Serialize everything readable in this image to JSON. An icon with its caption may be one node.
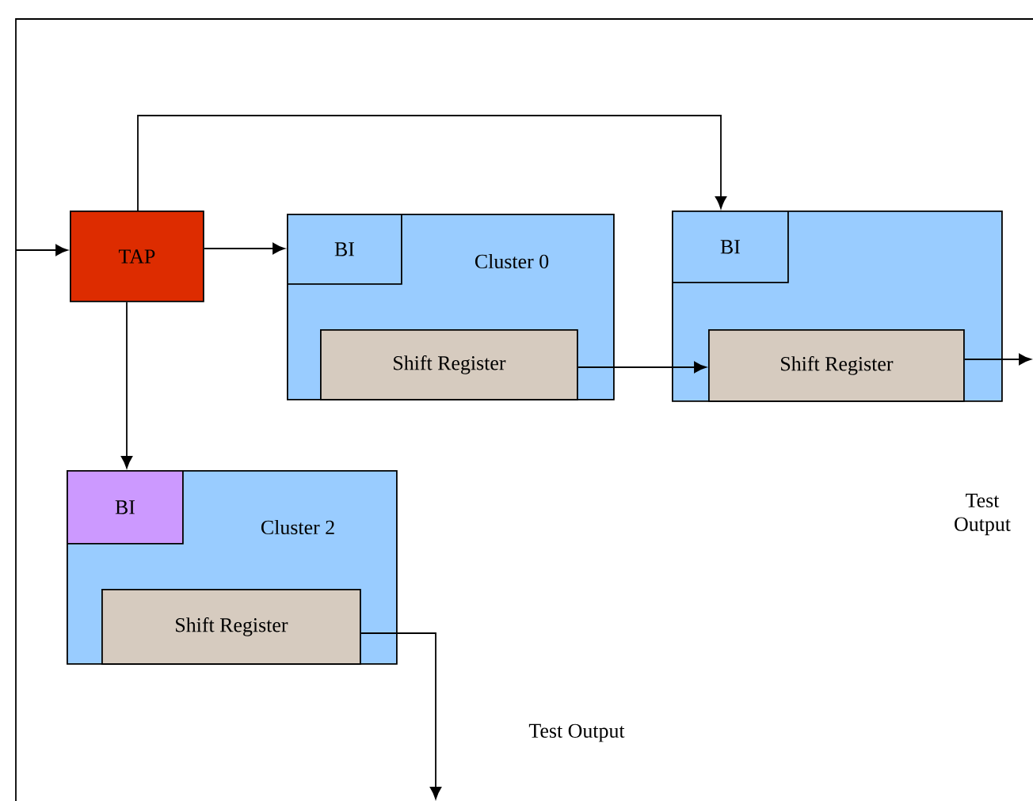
{
  "diagram": {
    "nodes": [
      {
        "text": [
          "TAP"
        ]
      },
      {
        "text": [
          "Cluster 0"
        ]
      },
      {
        "text": [
          "BI"
        ],
        "in": 1
      },
      {
        "text": [
          "Shift Register"
        ],
        "in": 1
      },
      {
        "text": [],
        "shape": "box"
      },
      {
        "text": [
          "BI"
        ],
        "in": 4
      },
      {
        "text": [
          "Shift Register"
        ],
        "in": 4
      },
      {
        "text": [
          "Cluster 2"
        ]
      },
      {
        "text": [
          "BI"
        ],
        "in": 7
      },
      {
        "text": [
          "Shift Register"
        ],
        "in": 7
      }
    ],
    "edges": [
      {
        "from": null,
        "to": 0,
        "arrow": "to"
      },
      {
        "from": 0,
        "to": 2,
        "arrow": "to"
      },
      {
        "from": 0,
        "to": 5,
        "arrow": "to"
      },
      {
        "from": 0,
        "to": 8,
        "arrow": "to"
      },
      {
        "from": 3,
        "to": 6,
        "arrow": "to"
      },
      {
        "from": 6,
        "to": null,
        "arrow": "to"
      },
      {
        "from": 9,
        "to": null,
        "arrow": "to"
      }
    ],
    "labels": [
      "Test Output",
      "Test Output"
    ]
  }
}
